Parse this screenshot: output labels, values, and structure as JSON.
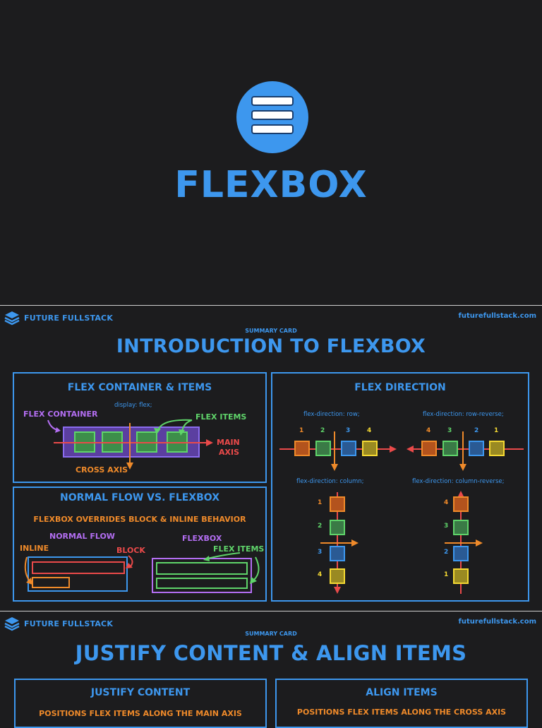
{
  "hero": {
    "title": "FLEXBOX",
    "icon": "menu-lines-icon",
    "accent": "#3d97ee"
  },
  "brand": {
    "name": "FUTURE FULLSTACK",
    "site": "futurefullstack.com",
    "icon": "layers-icon"
  },
  "card1": {
    "kicker": "SUMMARY CARD",
    "title": "INTRODUCTION TO FLEXBOX",
    "container_panel": {
      "title": "FLEX CONTAINER & ITEMS",
      "code": "display: flex;",
      "flex_container_label": "FLEX CONTAINER",
      "flex_items_label": "FLEX ITEMS",
      "main_axis_label_1": "MAIN",
      "main_axis_label_2": "AXIS",
      "cross_axis_label": "CROSS AXIS"
    },
    "normal_flow_panel": {
      "title": "NORMAL FLOW VS. FLEXBOX",
      "subtitle": "FLEXBOX OVERRIDES BLOCK & INLINE BEHAVIOR",
      "normal_flow_label": "NORMAL FLOW",
      "flexbox_label": "FLEXBOX",
      "inline_label": "INLINE",
      "block_label": "BLOCK",
      "flex_items_label": "FLEX ITEMS"
    },
    "direction_panel": {
      "title": "FLEX DIRECTION",
      "row": {
        "code": "flex-direction: row;",
        "numbers": [
          "1",
          "2",
          "3",
          "4"
        ]
      },
      "row_reverse": {
        "code": "flex-direction: row-reverse;",
        "numbers": [
          "4",
          "3",
          "2",
          "1"
        ]
      },
      "column": {
        "code": "flex-direction: column;",
        "numbers": [
          "1",
          "2",
          "3",
          "4"
        ]
      },
      "column_reverse": {
        "code": "flex-direction: column-reverse;",
        "numbers": [
          "4",
          "3",
          "2",
          "1"
        ]
      }
    }
  },
  "card2": {
    "kicker": "SUMMARY CARD",
    "title": "JUSTIFY CONTENT & ALIGN ITEMS",
    "justify_panel": {
      "title": "JUSTIFY CONTENT",
      "subtitle": "POSITIONS FLEX ITEMS ALONG THE MAIN AXIS"
    },
    "align_panel": {
      "title": "ALIGN ITEMS",
      "subtitle": "POSITIONS FLEX ITEMS ALONG THE CROSS AXIS"
    }
  },
  "colors": {
    "accent": "#3d97ee",
    "green": "#5fd46a",
    "purple": "#b36ef2",
    "red": "#ea4a4a",
    "orange": "#ef8a2a",
    "yellow": "#f4d933",
    "background": "#1c1c1e"
  }
}
